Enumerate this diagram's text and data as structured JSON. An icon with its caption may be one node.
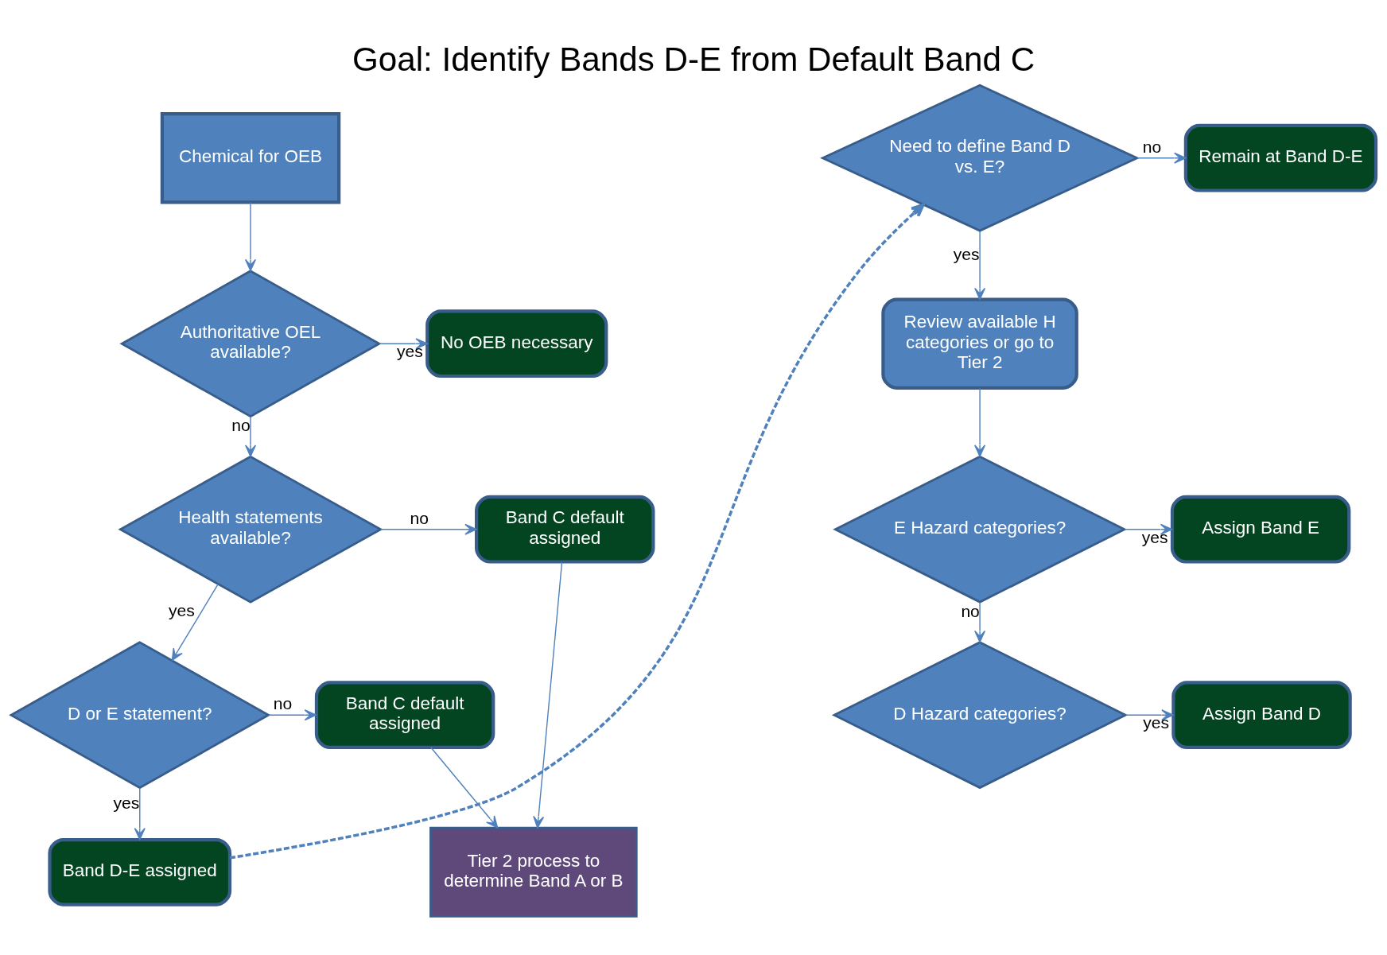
{
  "diagram": {
    "title": "Goal: Identify Bands D-E from Default Band C",
    "nodes": [
      {
        "text": [
          "Chemical for OEB"
        ]
      },
      {
        "text": [
          "Authoritative OEL available?"
        ]
      },
      {
        "text": [
          "No OEB necessary"
        ]
      },
      {
        "text": [
          "Health statements available?"
        ]
      },
      {
        "text": [
          "Band C default assigned"
        ]
      },
      {
        "text": [
          "D or E statement?"
        ]
      },
      {
        "text": [
          "Band C default assigned"
        ]
      },
      {
        "text": [
          "Band D-E assigned"
        ]
      },
      {
        "text": [
          "Tier 2 process to determine Band A or B"
        ]
      },
      {
        "text": [
          "Need to define Band D vs. E?"
        ]
      },
      {
        "text": [
          "Remain at Band D-E"
        ]
      },
      {
        "text": [
          "Review available H categories or go to Tier 2"
        ]
      },
      {
        "text": [
          "E Hazard categories?"
        ]
      },
      {
        "text": [
          "Assign Band E"
        ]
      },
      {
        "text": [
          "D Hazard categories?"
        ]
      },
      {
        "text": [
          "Assign Band D"
        ]
      }
    ],
    "edges": [
      {
        "from": 0,
        "to": 1,
        "arrow": "to"
      },
      {
        "from": 1,
        "to": 2,
        "arrow": "to",
        "label": "yes"
      },
      {
        "from": 1,
        "to": 3,
        "arrow": "to",
        "label": "no"
      },
      {
        "from": 3,
        "to": 4,
        "arrow": "to",
        "label": "no"
      },
      {
        "from": 3,
        "to": 5,
        "arrow": "to",
        "label": "yes"
      },
      {
        "from": 5,
        "to": 6,
        "arrow": "to",
        "label": "no"
      },
      {
        "from": 5,
        "to": 7,
        "arrow": "to",
        "label": "yes"
      },
      {
        "from": 6,
        "to": 8,
        "arrow": "to"
      },
      {
        "from": 4,
        "to": 8,
        "arrow": "to"
      },
      {
        "from": 7,
        "to": 9,
        "arrow": "to",
        "style": "dashed"
      },
      {
        "from": 9,
        "to": 10,
        "arrow": "to",
        "label": "no"
      },
      {
        "from": 9,
        "to": 11,
        "arrow": "to",
        "label": "yes"
      },
      {
        "from": 11,
        "to": 12,
        "arrow": "to"
      },
      {
        "from": 12,
        "to": 13,
        "arrow": "to",
        "label": "yes"
      },
      {
        "from": 12,
        "to": 14,
        "arrow": "to",
        "label": "no"
      },
      {
        "from": 14,
        "to": 15,
        "arrow": "to",
        "label": "yes"
      }
    ]
  }
}
